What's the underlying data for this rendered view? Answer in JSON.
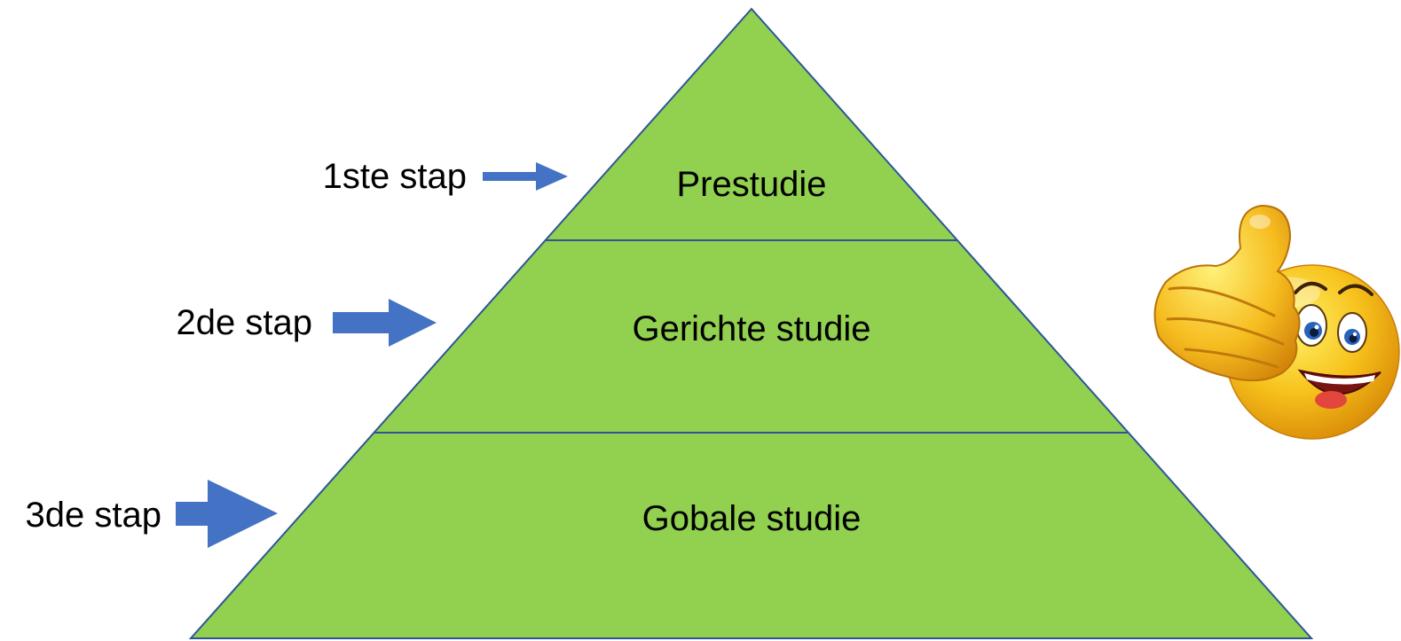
{
  "pyramid": {
    "fill_color": "#92d050",
    "edge_color": "#2f5597",
    "layers": [
      {
        "label": "Prestudie"
      },
      {
        "label": "Gerichte studie"
      },
      {
        "label": "Gobale studie"
      }
    ]
  },
  "steps": {
    "arrow_color": "#4472c4",
    "items": [
      {
        "label": "1ste stap"
      },
      {
        "label": "2de stap"
      },
      {
        "label": "3de stap"
      }
    ]
  },
  "emoji": {
    "icon": "thumbs-up-smiley-icon"
  }
}
